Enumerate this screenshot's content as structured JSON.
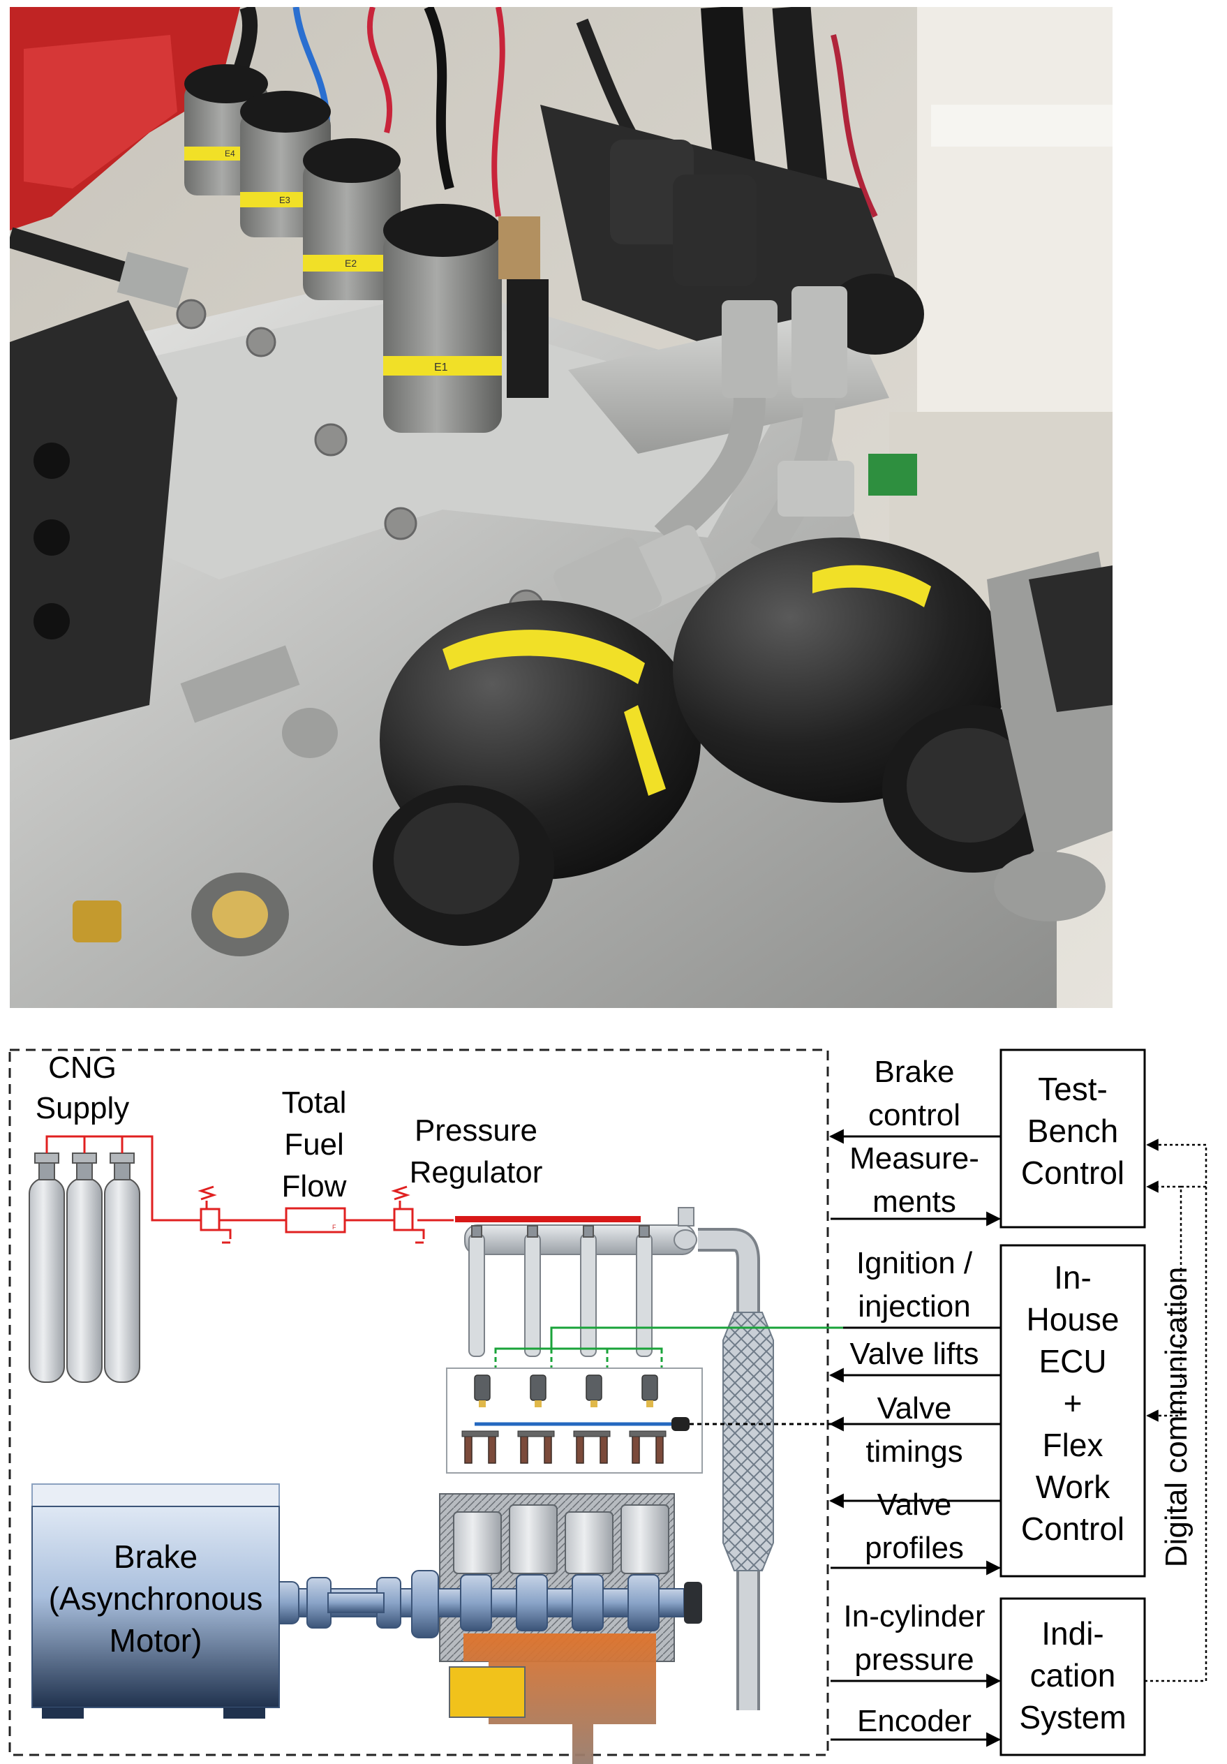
{
  "photo": {
    "cylinder_labels": [
      "E1",
      "E2",
      "E3",
      "E4"
    ]
  },
  "diagram": {
    "cng_supply": [
      "CNG",
      "Supply"
    ],
    "total_fuel_flow": [
      "Total",
      "Fuel",
      "Flow"
    ],
    "flowmeter_mark": "F",
    "pressure_regulator": [
      "Pressure",
      "Regulator"
    ],
    "brake": [
      "Brake",
      "(Asynchronous",
      "Motor)"
    ],
    "signals": {
      "brake_control": [
        "Brake",
        "control"
      ],
      "measurements": [
        "Measure-",
        "ments"
      ],
      "ignition_injection": [
        "Ignition /",
        "injection"
      ],
      "valve_lifts": [
        "Valve lifts"
      ],
      "valve_timings": [
        "Valve",
        "timings"
      ],
      "valve_profiles": [
        "Valve",
        "profiles"
      ],
      "in_cylinder_pressure": [
        "In-cylinder",
        "pressure"
      ],
      "encoder": [
        "Encoder"
      ]
    },
    "boxes": {
      "test_bench": [
        "Test-",
        "Bench",
        "Control"
      ],
      "ecu": [
        "In-",
        "House",
        "ECU",
        "+",
        "Flex",
        "Work",
        "Control"
      ],
      "indication": [
        "Indi-",
        "cation",
        "System"
      ]
    },
    "digital_communication": "Digital communication",
    "colors": {
      "fuel_line": "#e02020",
      "rail": "#d81818",
      "injection_line": "#1aa33a",
      "valve_line": "#2468c0",
      "exhaust": "#e0732a",
      "motor": "#6f8fb8"
    }
  }
}
